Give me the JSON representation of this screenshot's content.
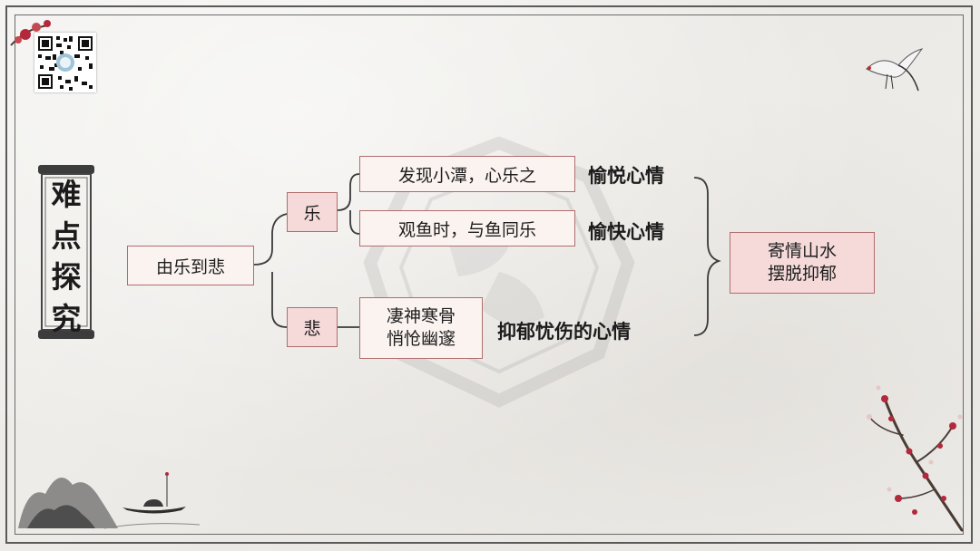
{
  "title": {
    "chars": [
      "难",
      "点",
      "探",
      "究"
    ]
  },
  "diagram": {
    "root": "由乐到悲",
    "branch_le": "乐",
    "branch_bei": "悲",
    "le_item1": "发现小潭，心乐之",
    "le_item2": "观鱼时，与鱼同乐",
    "bei_line1": "凄神寒骨",
    "bei_line2": "悄怆幽邃",
    "mood1": "愉悦心情",
    "mood2": "愉快心情",
    "mood3": "抑郁忧伤的心情",
    "conclusion_line1": "寄情山水",
    "conclusion_line2": "摆脱抑郁"
  },
  "colors": {
    "box_border": "#b06d6d",
    "box_fill": "#fbf3f0",
    "box_fill_pink": "#f6dada",
    "line": "#3a3a3a",
    "plum": "#b3283a"
  },
  "icons": {
    "qr": "qr-code-icon",
    "crane": "crane-icon",
    "plum": "plum-blossom-icon",
    "boat": "boat-icon",
    "seal": "seal-watermark-icon"
  }
}
